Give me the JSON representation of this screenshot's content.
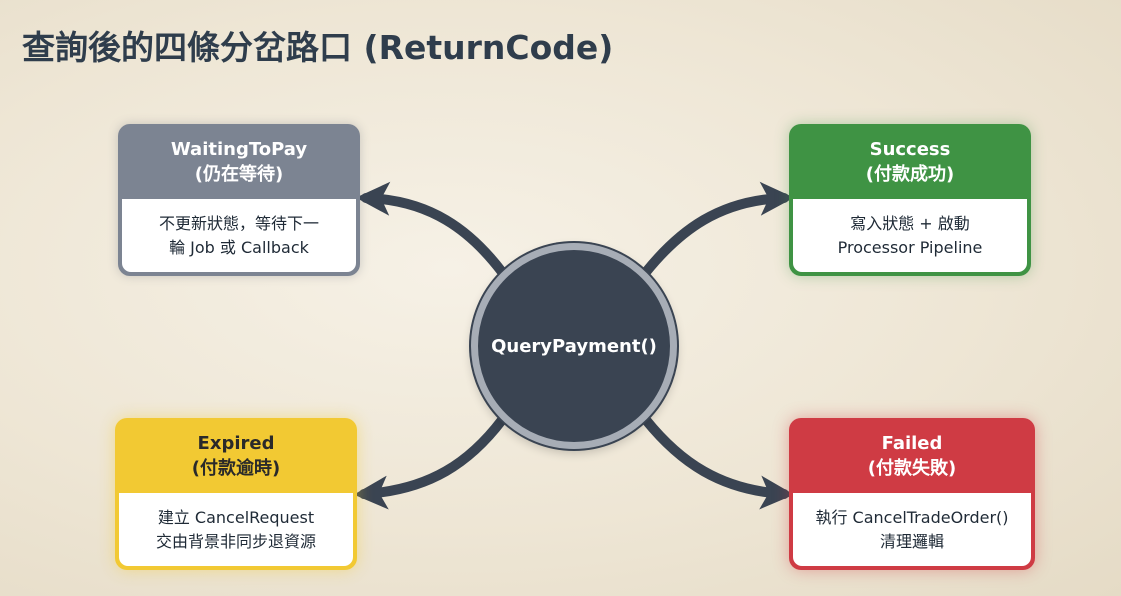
{
  "title": "查詢後的四條分岔路口 (ReturnCode)",
  "hub": {
    "label": "QueryPayment()"
  },
  "outcomes": {
    "waiting": {
      "name": "WaitingToPay",
      "subtitle": "(仍在等待)",
      "desc_line1": "不更新狀態，等待下一",
      "desc_line2": "輪 Job 或 Callback",
      "color": "#7c8492"
    },
    "success": {
      "name": "Success",
      "subtitle": "(付款成功)",
      "desc_line1": "寫入狀態 + 啟動",
      "desc_line2": "Processor Pipeline",
      "color": "#3f9344"
    },
    "expired": {
      "name": "Expired",
      "subtitle": "(付款逾時)",
      "desc_line1": "建立 CancelRequest",
      "desc_line2": "交由背景非同步退資源",
      "color": "#f2c933"
    },
    "failed": {
      "name": "Failed",
      "subtitle": "(付款失敗)",
      "desc_line1": "執行 CancelTradeOrder()",
      "desc_line2": "清理邏輯",
      "color": "#cf3b44"
    }
  },
  "connector_color": "#3a4452"
}
